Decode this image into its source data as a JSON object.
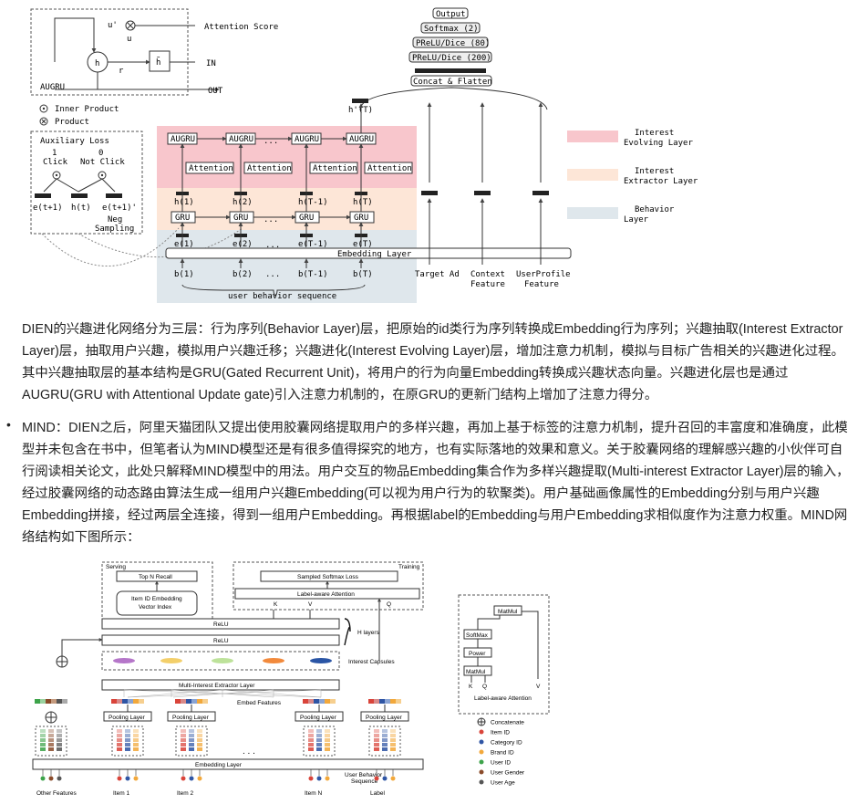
{
  "dien_figure": {
    "augru_box": {
      "title": "AUGRU",
      "attention_score": "Attention Score",
      "in": "IN",
      "out": "OUT",
      "u_prime": "u'",
      "u": "u",
      "r": "r",
      "h": "h",
      "h_tilde": "h̃"
    },
    "legend_ops": {
      "inner_product": "Inner Product",
      "product": "Product"
    },
    "aux_loss": {
      "title": "Auxiliary Loss",
      "click_val": "1",
      "click": "Click",
      "not_click_val": "0",
      "not_click": "Not Click",
      "e_t1": "e(t+1)",
      "h_t": "h(t)",
      "e_t1_neg": "e(t+1)'",
      "neg": "Neg",
      "sampling": "Sampling"
    },
    "top_stack": {
      "output": "Output",
      "softmax": "Softmax (2)",
      "prelu80": "PReLU/Dice (80)",
      "prelu200": "PReLU/Dice (200)",
      "concat": "Concat & Flatten",
      "h_prime_t": "h'(T)"
    },
    "augru_nodes": [
      "AUGRU",
      "AUGRU",
      "AUGRU",
      "AUGRU"
    ],
    "attention_nodes": [
      "Attention",
      "Attention",
      "Attention",
      "Attention"
    ],
    "gru_nodes": [
      "GRU",
      "GRU",
      "GRU",
      "GRU"
    ],
    "h_labels": [
      "h(1)",
      "h(2)",
      "h(T-1)",
      "h(T)"
    ],
    "e_labels": [
      "e(1)",
      "e(2)",
      "e(T-1)",
      "e(T)"
    ],
    "b_labels": [
      "b(1)",
      "b(2)",
      "b(T-1)",
      "b(T)"
    ],
    "dots": "...",
    "embedding_layer": "Embedding Layer",
    "user_behavior_sequence": "user behavior sequence",
    "features": {
      "target_ad": "Target Ad",
      "context_1": "Context",
      "context_2": "Feature",
      "userprofile_1": "UserProfile",
      "userprofile_2": "Feature"
    },
    "legend_layers": [
      {
        "line1": "Interest",
        "line2": "Evolving Layer",
        "color": "#f8c6cc"
      },
      {
        "line1": "Interest",
        "line2": "Extractor Layer",
        "color": "#fde6d7"
      },
      {
        "line1": "Behavior",
        "line2": "Layer",
        "color": "#dfe7ec"
      }
    ]
  },
  "paragraph_dien": "DIEN的兴趣进化网络分为三层：行为序列(Behavior Layer)层，把原始的id类行为序列转换成Embedding行为序列；兴趣抽取(Interest Extractor Layer)层，抽取用户兴趣，模拟用户兴趣迁移；兴趣进化(Interest Evolving Layer)层，增加注意力机制，模拟与目标广告相关的兴趣进化过程。其中兴趣抽取层的基本结构是GRU(Gated Recurrent Unit)，将用户的行为向量Embedding转换成兴趣状态向量。兴趣进化层也是通过AUGRU(GRU with Attentional Update gate)引入注意力机制的，在原GRU的更新门结构上增加了注意力得分。",
  "bullet_mind": "•",
  "paragraph_mind": "MIND：DIEN之后，阿里天猫团队又提出使用胶囊网络提取用户的多样兴趣，再加上基于标签的注意力机制，提升召回的丰富度和准确度，此模型并未包含在书中，但笔者认为MIND模型还是有很多值得探究的地方，也有实际落地的效果和意义。关于胶囊网络的理解感兴趣的小伙伴可自行阅读相关论文，此处只解释MIND模型中的用法。用户交互的物品Embedding集合作为多样兴趣提取(Multi-interest Extractor Layer)层的输入，经过胶囊网络的动态路由算法生成一组用户兴趣Embedding(可以视为用户行为的软聚类)。用户基础画像属性的Embedding分别与用户兴趣Embedding拼接，经过两层全连接，得到一组用户Embedding。再根据label的Embedding与用户Embedding求相似度作为注意力权重。MIND网络结构如下图所示：",
  "mind_figure": {
    "serving": "Serving",
    "training": "Training",
    "top_n_recall": "Top N Recall",
    "item_index_1": "Item ID Embedding",
    "item_index_2": "Vector Index",
    "sampled_softmax": "Sampled Softmax Loss",
    "label_aware_attention": "Label-aware Attention",
    "k": "K",
    "v": "V",
    "q": "Q",
    "relu": "ReLU",
    "h_layers": "H layers",
    "interest_capsules": "Interest Capsules",
    "multi_interest": "Multi-Interest Extractor Layer",
    "embed_features": "Embed Features",
    "pooling_layer": "Pooling Layer",
    "embedding_layer": "Embedding      Layer",
    "user_behavior_1": "User Behavior",
    "user_behavior_2": "Sequence",
    "bottom_labels": [
      "Other Features",
      "Item 1",
      "Item 2",
      "Item N",
      "Label"
    ],
    "dots": ". . .",
    "side": {
      "matmul": "MatMul",
      "softmax": "SoftMax",
      "power": "Power",
      "k": "K",
      "q": "Q",
      "v": "V",
      "caption": "Label-aware Attention"
    },
    "legend": [
      {
        "label": "Concatenate",
        "color": "#ffffff"
      },
      {
        "label": "Item ID",
        "color": "#d9443a"
      },
      {
        "label": "Category ID",
        "color": "#2f55a4"
      },
      {
        "label": "Brand ID",
        "color": "#f2a83b"
      },
      {
        "label": "User ID",
        "color": "#3da34a"
      },
      {
        "label": "User Gender",
        "color": "#8a4b2a"
      },
      {
        "label": "User Age",
        "color": "#555555"
      }
    ]
  }
}
